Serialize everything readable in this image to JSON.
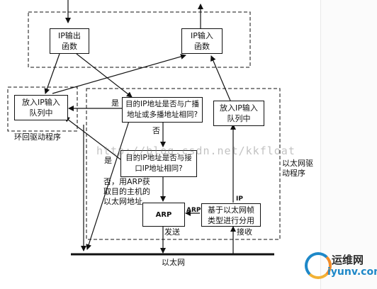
{
  "boxes": {
    "ip_output": "IP输出\n函数",
    "ip_input_top": "IP输入\n函数",
    "loopback_queue": "放入IP输入\n队列中",
    "check_broadcast": "目的IP地址是否与广播\n地址或多播地址相同?",
    "eth_queue": "放入IP输入\n队列中",
    "check_interface": "目的IP地址是否与接\n口IP地址相同?",
    "arp": "ARP",
    "demux": "基于以太网帧\n类型进行分用"
  },
  "labels": {
    "yes_broadcast": "是",
    "no_broadcast": "否",
    "yes_interface": "是",
    "no_interface": "否，用ARP获\n取目的主机的\n以太网地址",
    "loopback_driver": "环回驱动程序",
    "ethernet_driver": "以太网驱\n动程序",
    "ip_edge": "IP",
    "arp_edge": "ARP",
    "send": "发送",
    "receive": "接收",
    "ethernet": "以太网"
  },
  "watermark": "http://blog.csdn.net/kkfloat",
  "logo": {
    "name": "运维网",
    "url": "iyunv.com"
  },
  "colors": {
    "line": "#111111",
    "logo_blue": "#1e88c8",
    "logo_orange": "#f28c28"
  }
}
